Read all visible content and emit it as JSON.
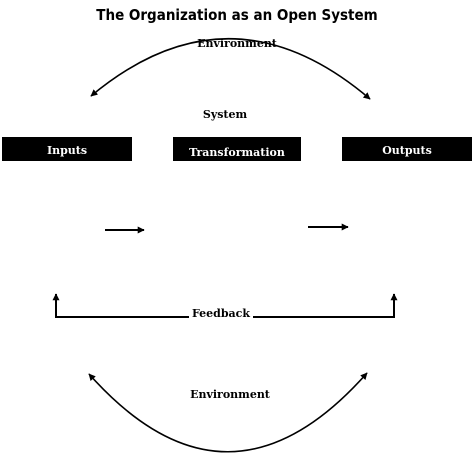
{
  "title": "The Organization as an Open System",
  "environment_top": "Environment",
  "system_label": "System",
  "boxes": {
    "inputs": "Inputs",
    "transformation": "Transformation",
    "outputs": "Outputs"
  },
  "feedback": "Feedback",
  "environment_bottom": "Environment",
  "colors": {
    "box_fill": "#000000",
    "box_text": "#ffffff",
    "line": "#000000"
  }
}
